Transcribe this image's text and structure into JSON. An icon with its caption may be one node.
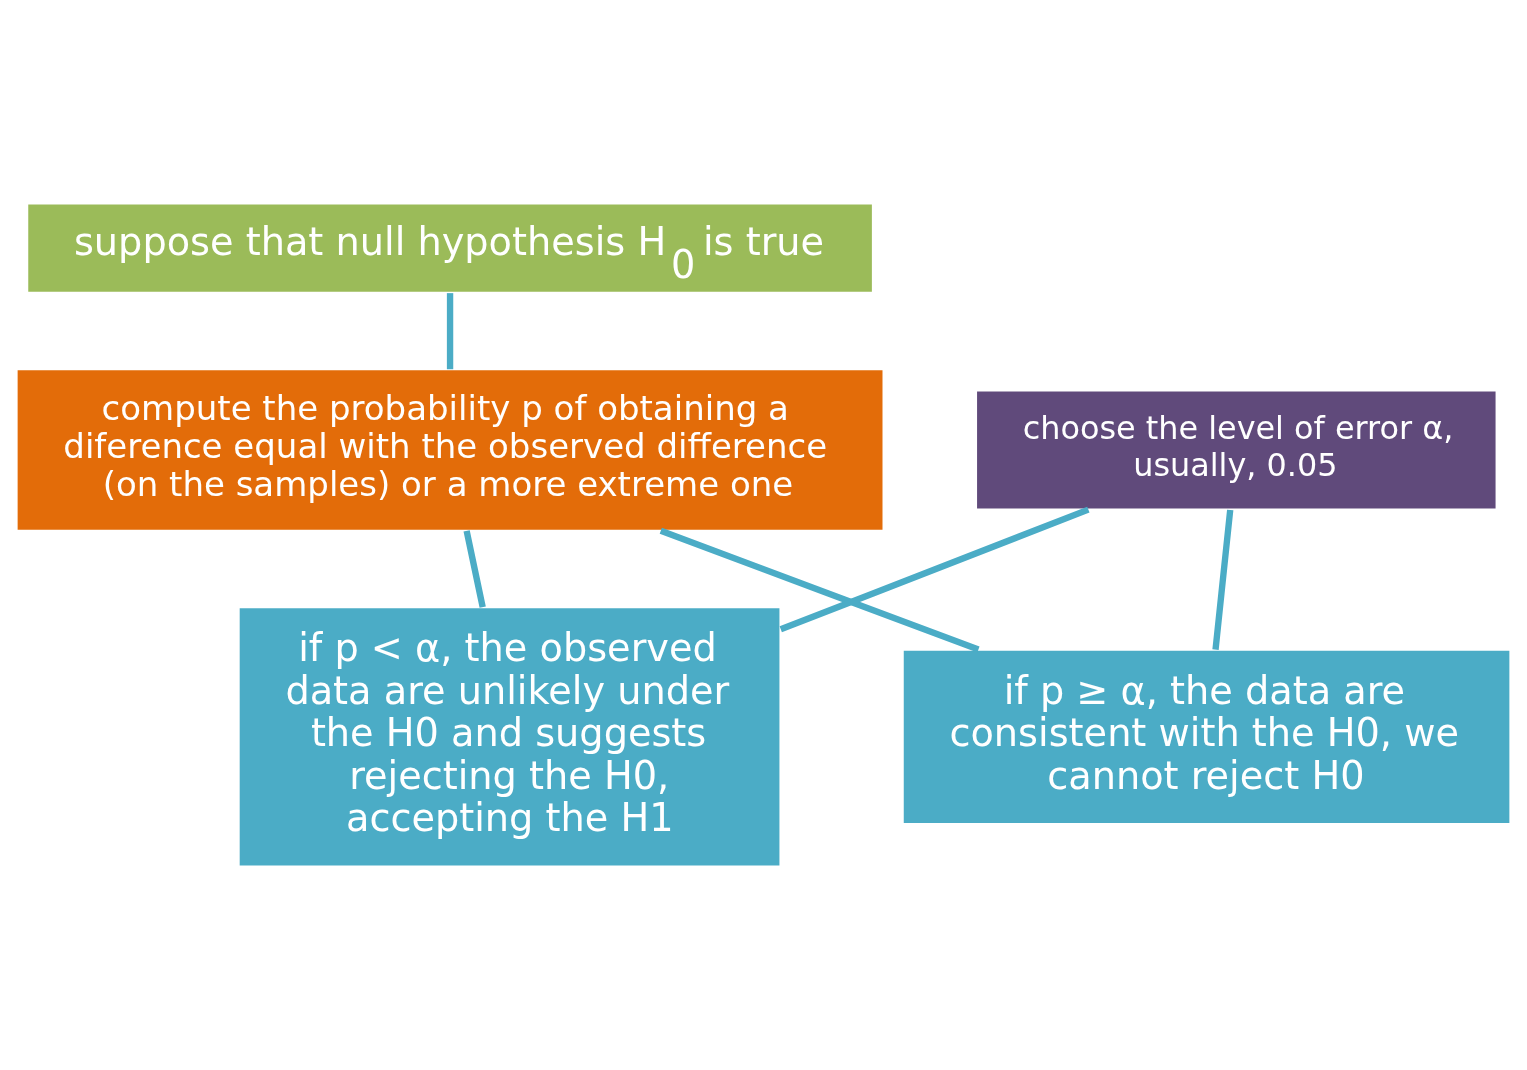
{
  "diagram": {
    "nodes": [
      {
        "text": [
          "suppose that null hypothesis H$_{0}$ is true"
        ]
      },
      {
        "text": [
          "compute the probability p of obtaining a diference equal with the observed difference (on the samples) or a more extreme one"
        ]
      },
      {
        "text": [
          "choose the level of error α, usually, 0.05"
        ]
      },
      {
        "text": [
          "if p < α, the observed data are unlikely under the H0 and suggests rejecting the H0, accepting the H1"
        ]
      },
      {
        "text": [
          "if p ≥ α, the data are consistent with the H0, we cannot reject H0"
        ]
      }
    ],
    "edges": [
      {
        "from": 0,
        "to": 1,
        "arrow": "none"
      },
      {
        "from": 1,
        "to": 3,
        "arrow": "none"
      },
      {
        "from": 1,
        "to": 4,
        "arrow": "none"
      },
      {
        "from": 2,
        "to": 3,
        "arrow": "none"
      },
      {
        "from": 2,
        "to": 4,
        "arrow": "none"
      }
    ]
  }
}
